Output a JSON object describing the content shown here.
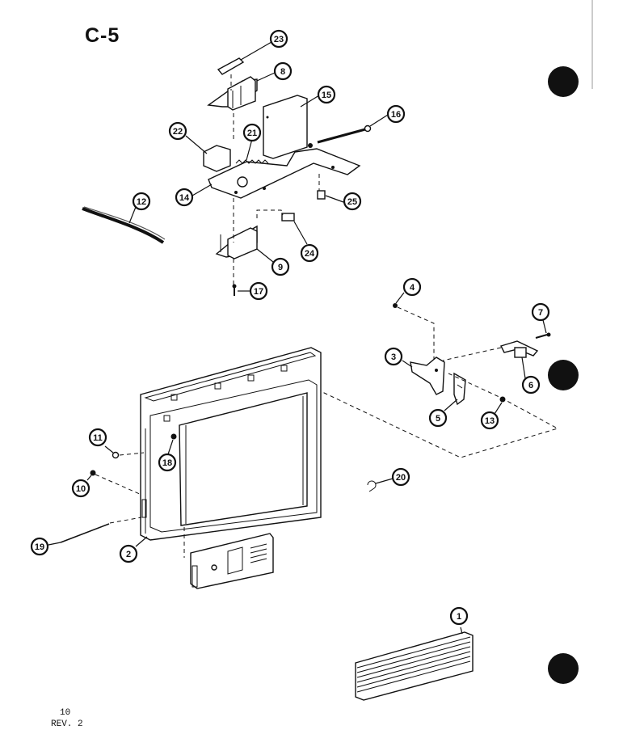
{
  "title": "C-5",
  "footer": {
    "page": "10",
    "revision": "REV. 2"
  },
  "callouts": [
    {
      "id": "c23",
      "label": "23"
    },
    {
      "id": "c8",
      "label": "8"
    },
    {
      "id": "c15",
      "label": "15"
    },
    {
      "id": "c16a",
      "label": "16"
    },
    {
      "id": "c22",
      "label": "22"
    },
    {
      "id": "c21",
      "label": "21"
    },
    {
      "id": "c14",
      "label": "14"
    },
    {
      "id": "c25",
      "label": "25"
    },
    {
      "id": "c12",
      "label": "12"
    },
    {
      "id": "c24",
      "label": "24"
    },
    {
      "id": "c9",
      "label": "9"
    },
    {
      "id": "c17",
      "label": "17"
    },
    {
      "id": "c4",
      "label": "4"
    },
    {
      "id": "c7",
      "label": "7"
    },
    {
      "id": "c3",
      "label": "3"
    },
    {
      "id": "c6",
      "label": "6"
    },
    {
      "id": "c5",
      "label": "5"
    },
    {
      "id": "c13",
      "label": "13"
    },
    {
      "id": "c11",
      "label": "11"
    },
    {
      "id": "c18",
      "label": "18"
    },
    {
      "id": "c10",
      "label": "10"
    },
    {
      "id": "c20",
      "label": "20"
    },
    {
      "id": "c19",
      "label": "19"
    },
    {
      "id": "c2",
      "label": "2"
    },
    {
      "id": "c1",
      "label": "1"
    }
  ]
}
